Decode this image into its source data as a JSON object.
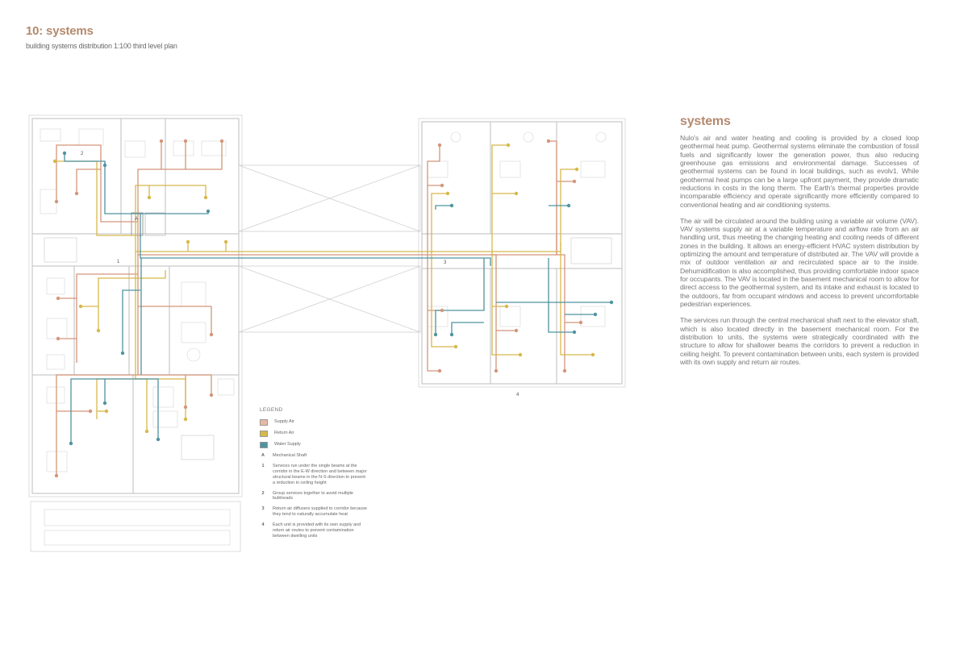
{
  "header": {
    "title": "10: systems",
    "subtitle": "building systems distribution 1:100 third level plan"
  },
  "colors": {
    "supply_air": "#d4957a",
    "return_air": "#d7b84a",
    "water_supply": "#4f93a0",
    "wall": "#c9c9c9",
    "heading": "#b48a6e"
  },
  "plan_labels": {
    "zone_2": "2",
    "zone_1": "1",
    "zone_3": "3",
    "zone_4": "4",
    "shaft": "A"
  },
  "legend": {
    "title": "LEGEND",
    "items": [
      {
        "key": "supply",
        "label": "Supply Air"
      },
      {
        "key": "return",
        "label": "Return Air"
      },
      {
        "key": "water",
        "label": "Water Supply"
      },
      {
        "key": "A",
        "label": "Mechanical Shaft"
      },
      {
        "key": "1",
        "label": "Services run under the single beams at the corridor in the E-W direction and between major structural beams in the N-S direction to prevent a reduction in ceiling height"
      },
      {
        "key": "2",
        "label": "Group services together to avoid multiple bulkheads"
      },
      {
        "key": "3",
        "label": "Return air diffusers supplied to corridor because they tend to naturally accumulate heat"
      },
      {
        "key": "4",
        "label": "Each unit is provided with its own supply and return air routes to prevent contamination between dwelling units"
      }
    ]
  },
  "systems": {
    "heading": "systems",
    "paragraphs": [
      "Nulo's air and water heating and cooling is provided by a closed loop geothermal heat pump. Geothermal systems eliminate the combustion of fossil fuels and significantly lower the generation power, thus also reducing greenhouse gas emissions and environmental damage. Successes of geothermal systems can be found in local buildings, such as evolv1. While geothermal heat pumps can be a large upfront payment, they provide dramatic reductions in costs in the long therm. The Earth's thermal properties provide incomparable efficiency and operate significantly more efficiently compared to conventional heating and air conditioning systems.",
      "The air will be circulated around the building using a variable air volume (VAV). VAV systems supply air at a variable temperature and airflow rate from an air handling unit, thus meeting the changing heating and cooling needs of different zones in the building. It allows an energy-efficient HVAC system distribution by optimizing the amount and temperature of distributed air. The VAV will provide a mix of outdoor ventilation air and recirculated space air to the inside. Dehumidification is also accomplished, thus providing comfortable indoor space for occupants. The VAV is located in the basement mechanical room to allow for direct access to the geothermal system, and its intake and exhaust is located to the outdoors, far from occupant windows and access to prevent uncomfortable pedestrian experiences.",
      "The services run through the central mechanical shaft next to the elevator shaft, which is also located directly in the basement mechanical room. For the distribution to units, the systems were strategically coordinated with the structure to allow for shallower beams the corridors to prevent a reduction in ceiling height. To prevent contamination between units, each system is provided with its own supply and return air routes."
    ]
  }
}
